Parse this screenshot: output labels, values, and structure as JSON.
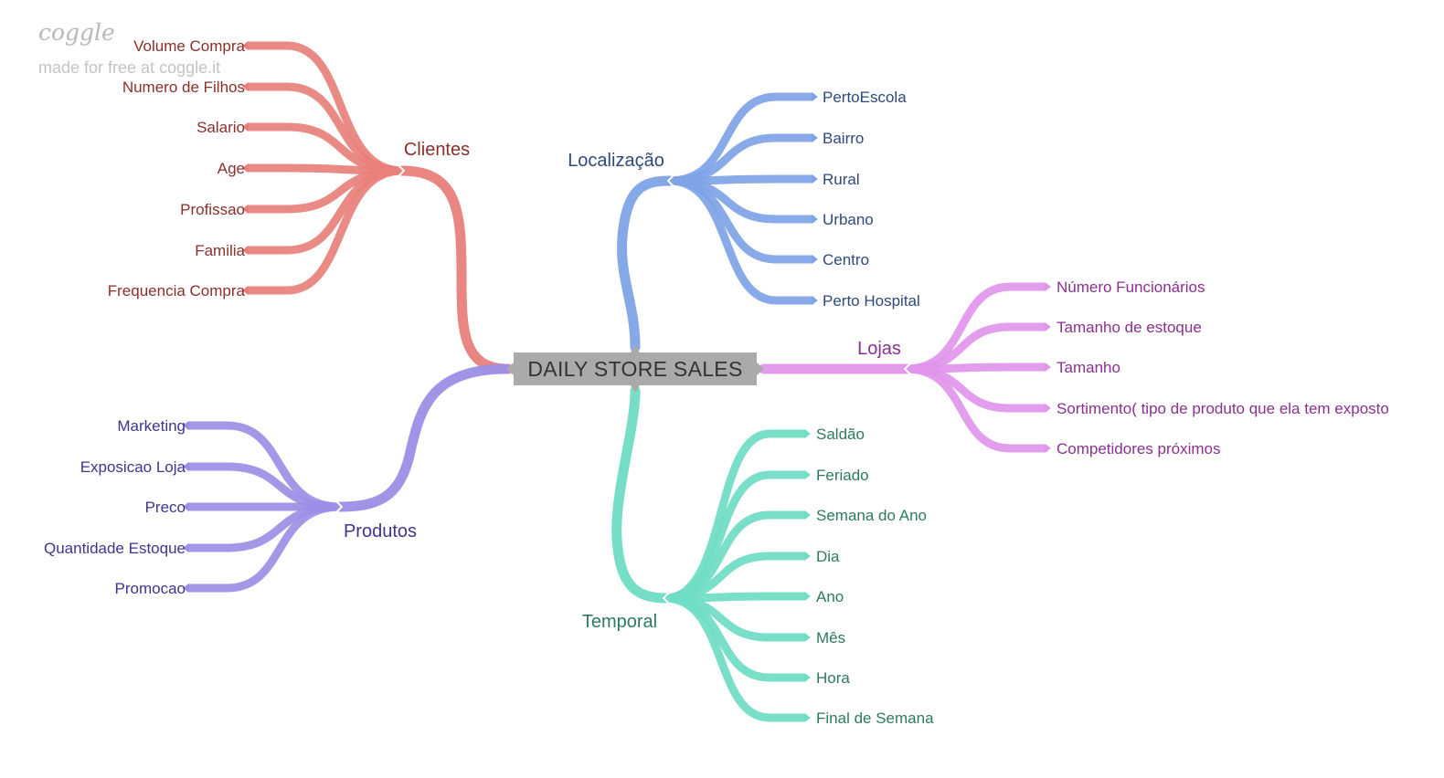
{
  "brand": {
    "logo_text": "coggle",
    "tagline": "made for free at coggle.it"
  },
  "center": {
    "label": "DAILY STORE SALES"
  },
  "branches": [
    {
      "key": "clientes",
      "label": "Clientes",
      "color": "#e8807a",
      "text_color": "#8a2f2a",
      "children": [
        "Volume Compra",
        "Numero de Filhos",
        "Salario",
        "Age",
        "Profissao",
        "Familia",
        "Frequencia Compra"
      ]
    },
    {
      "key": "localizacao",
      "label": "Localização",
      "color": "#7ea3e6",
      "text_color": "#2d4a7a",
      "children": [
        "PertoEscola",
        "Bairro",
        "Rural",
        "Urbano",
        "Centro",
        "Perto Hospital"
      ]
    },
    {
      "key": "lojas",
      "label": "Lojas",
      "color": "#e095ea",
      "text_color": "#8a3090",
      "children": [
        "Número Funcionários",
        "Tamanho de estoque",
        "Tamanho",
        "Sortimento( tipo de produto que ela tem exposto",
        "Competidores próximos"
      ]
    },
    {
      "key": "produtos",
      "label": "Produtos",
      "color": "#9b8ee6",
      "text_color": "#3d3590",
      "children": [
        "Marketing",
        "Exposicao Loja",
        "Preco",
        "Quantidade Estoque",
        "Promocao"
      ]
    },
    {
      "key": "temporal",
      "label": "Temporal",
      "color": "#6fdcc4",
      "text_color": "#2d7a62",
      "children": [
        "Saldão",
        "Feriado",
        "Semana do Ano",
        "Dia",
        "Ano",
        "Mês",
        "Hora",
        "Final de Semana"
      ]
    }
  ]
}
